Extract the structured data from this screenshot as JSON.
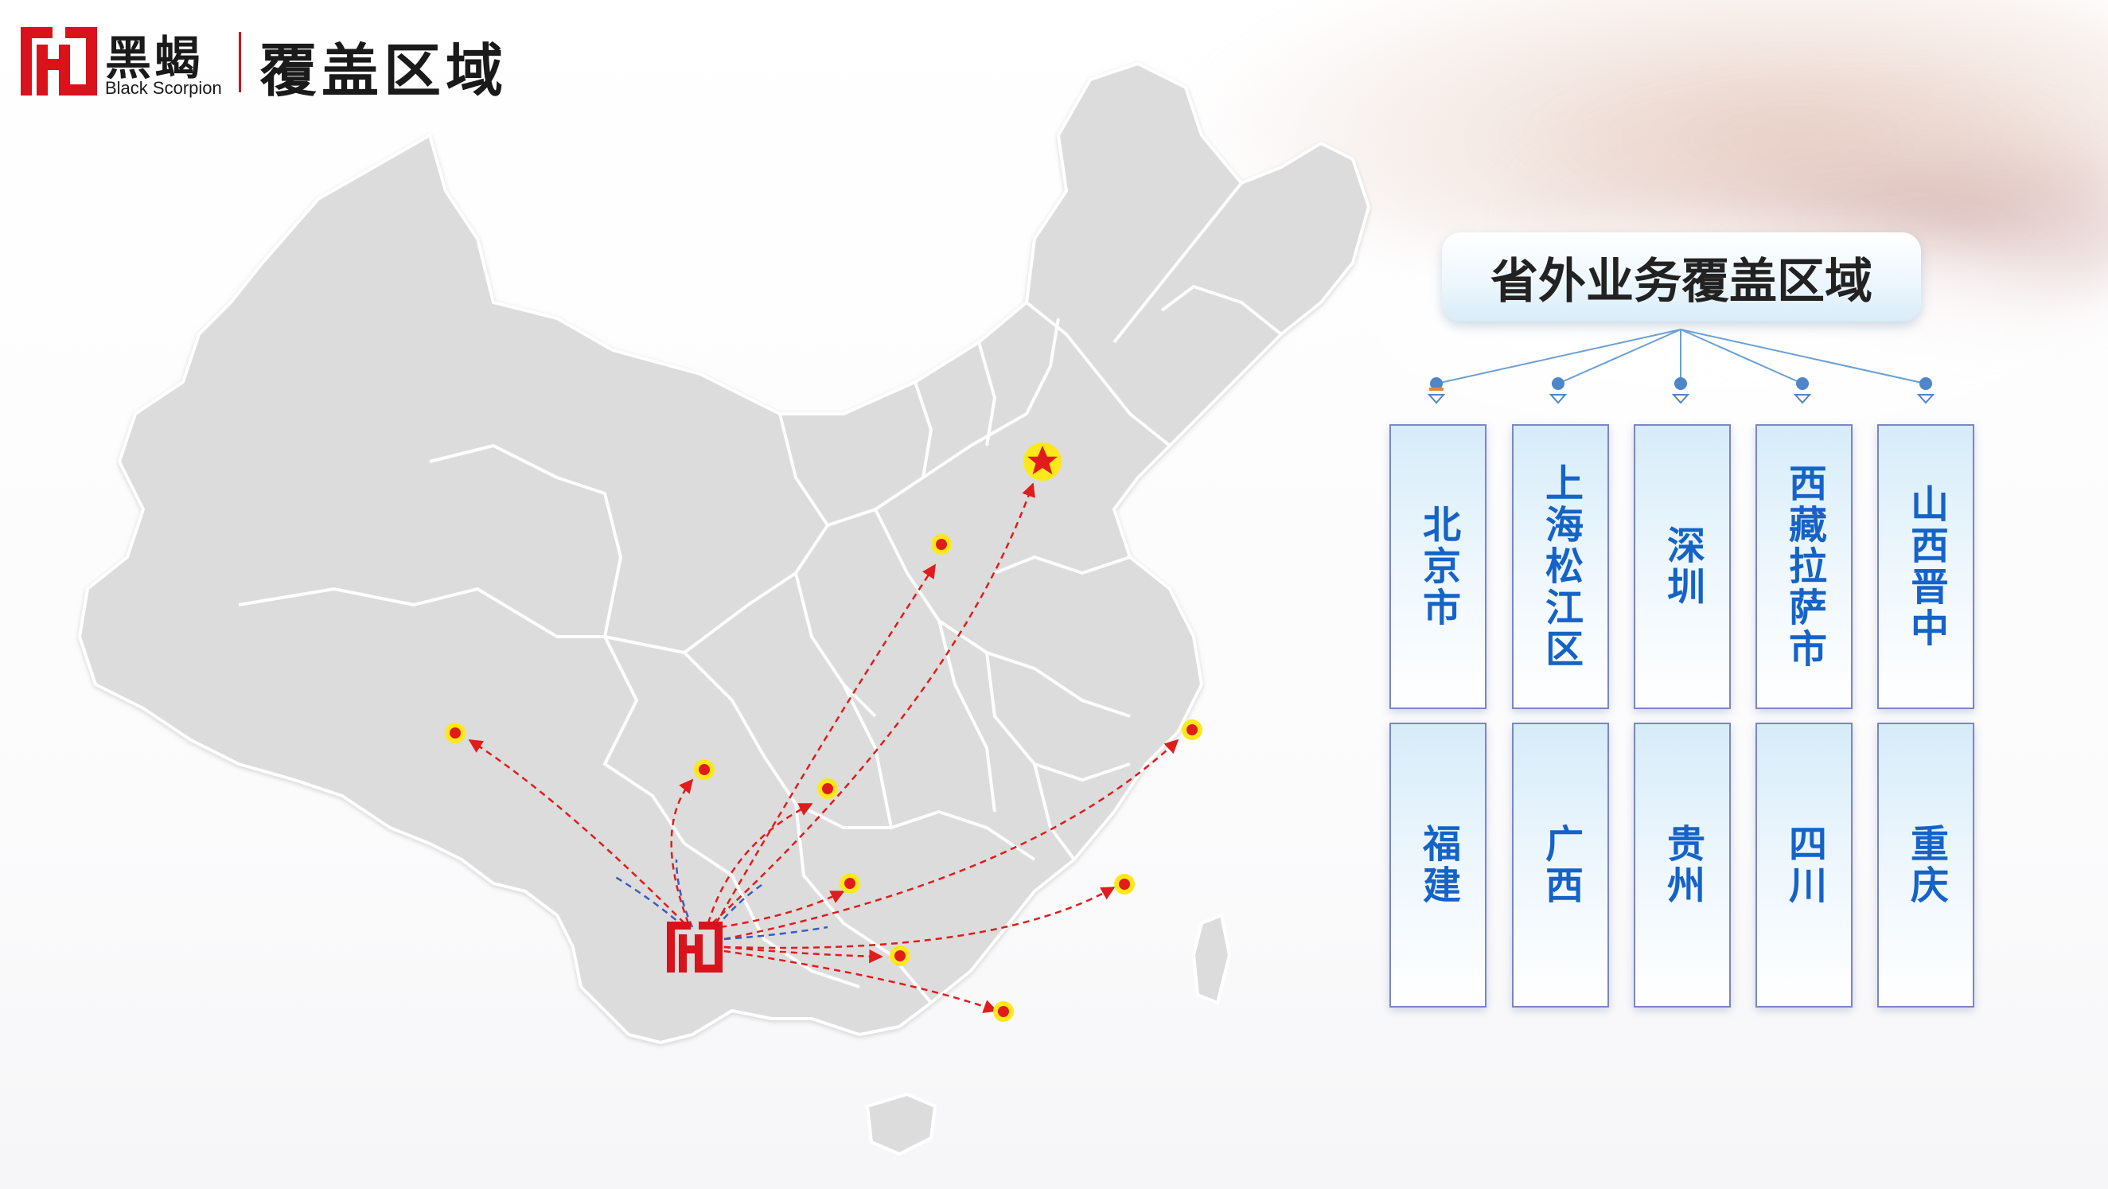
{
  "header": {
    "logo_cn": "黑蝎",
    "logo_en": "Black Scorpion",
    "title": "覆盖区域"
  },
  "panel": {
    "title": "省外业务覆盖区域",
    "row1": [
      "北京市",
      "上海松江区",
      "深圳",
      "西藏拉萨市",
      "山西晋中"
    ],
    "row2": [
      "福建",
      "广西",
      "贵州",
      "四川",
      "重庆"
    ]
  },
  "colors": {
    "brand_red": "#d9121b",
    "card_text": "#1663c7",
    "map_fill": "#dcdcdc",
    "arrow_red": "#e01c1c",
    "arrow_blue": "#3a5cc0",
    "marker_yellow": "#ffe81a"
  },
  "icons": {
    "logo": "black-scorpion-logo-icon",
    "capital": "red-star-icon",
    "location": "location-dot-icon"
  }
}
